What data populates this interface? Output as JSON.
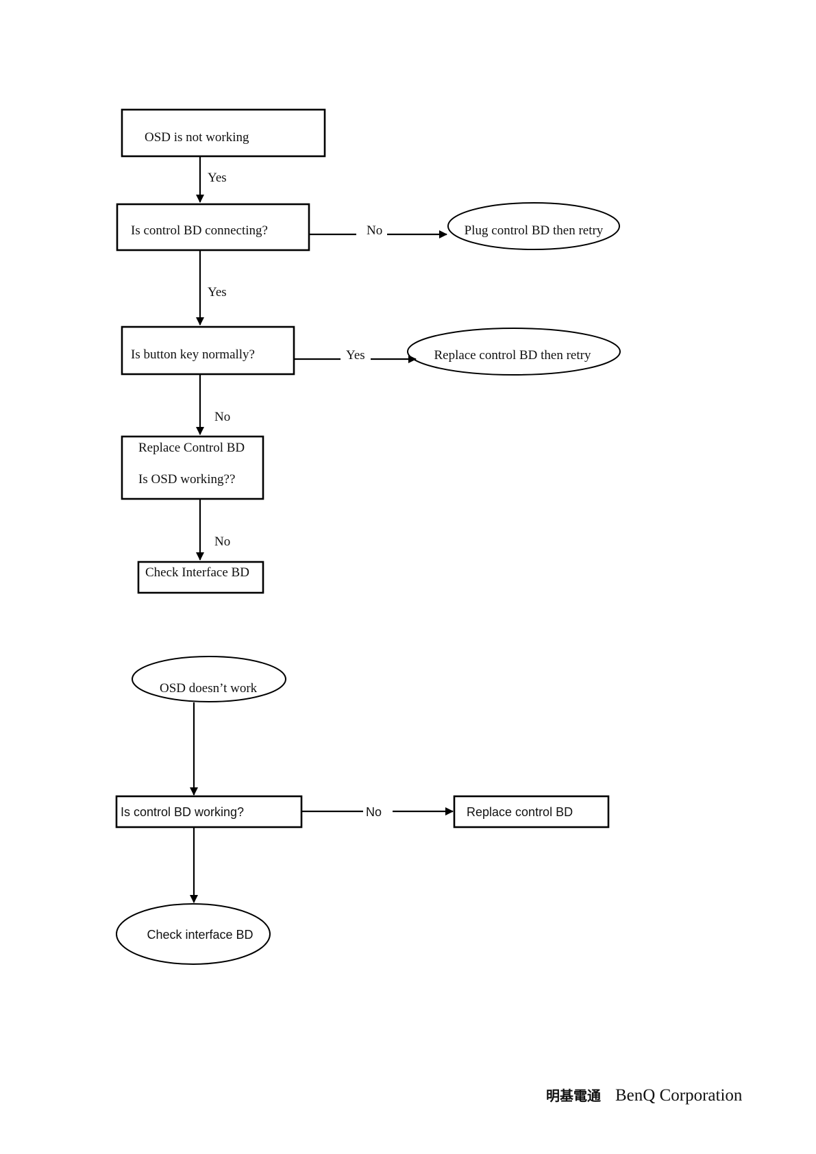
{
  "flowchart_1": {
    "start": "OSD is not working",
    "q_connecting": "Is control BD connecting?",
    "plug_retry": "Plug control BD then retry",
    "q_button": "Is button key normally?",
    "replace_retry": "Replace control BD then retry",
    "replace_line1": "Replace Control BD",
    "replace_line2": "Is OSD working??",
    "check": "Check Interface BD",
    "edge_start_yes": "Yes",
    "edge_connecting_no": "No",
    "edge_connecting_yes": "Yes",
    "edge_button_yes": "Yes",
    "edge_button_no": "No",
    "edge_replace_no": "No"
  },
  "flowchart_2": {
    "start": "OSD doesn’t work",
    "q_working": "Is control BD working?",
    "edge_working_no": "No",
    "replace": "Replace control BD",
    "check": "Check interface BD"
  },
  "footer": {
    "company_cn": "明基電通",
    "company_en": "BenQ Corporation"
  }
}
